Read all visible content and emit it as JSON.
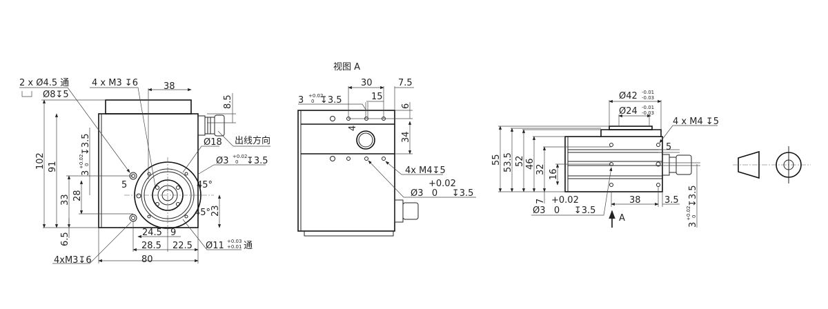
{
  "front_view": {
    "callout_through_hole": "2 x  Ø4.5 通",
    "callout_counterbore": "Ø8↧5",
    "callout_m3_top": "4 x M3 ↧6",
    "dim_38": "38",
    "dim_8_5": "8.5",
    "cable_direction": "出线方向",
    "dia_18": "Ø18",
    "pin_hole": {
      "main": "Ø3",
      "tol_upper": "+0.02",
      "tol_lower": "0",
      "depth": "↧3.5"
    },
    "angle_upper": "45°",
    "angle_lower": "45°",
    "dim_102": "102",
    "dim_91": "91",
    "pin_hole_vertical": {
      "main": "3",
      "tol_upper": "+0.02",
      "tol_lower": "0",
      "depth": "↧3.5"
    },
    "dim_5": "5",
    "dim_33": "33",
    "dim_28": "28",
    "dim_23": "23",
    "dim_6_5": "6.5",
    "dim_24_5": "24.5",
    "dim_9": "9",
    "dim_28_5": "28.5",
    "dim_22_5": "22.5",
    "bore": {
      "main": "Ø11",
      "tol_upper": "+0.03",
      "tol_lower": "+0.01",
      "suffix": "通"
    },
    "callout_m3_bottom": "4xM3↧6",
    "dim_80": "80"
  },
  "view_a": {
    "title": "视图 A",
    "dim_30": "30",
    "dim_7_5": "7.5",
    "pin_hole": {
      "main": "3",
      "tol_upper": "+0.02",
      "tol_lower": "0",
      "depth": "↧3.5"
    },
    "dim_15": "15",
    "dim_6": "6",
    "dim_4": "4",
    "dim_34": "34",
    "callout_m4": "4x M4↧5",
    "pin_tol_upper": "+0.02",
    "pin_hole_bottom": "Ø3   0     ↧3.5"
  },
  "side_view": {
    "dia_42": {
      "main": "Ø42",
      "tol_upper": "-0.01",
      "tol_lower": "-0.03"
    },
    "dia_24": {
      "main": "Ø24",
      "tol_upper": "-0.01",
      "tol_lower": "-0.03"
    },
    "callout_m4": "4 x M4 ↧5",
    "dim_5": "5",
    "dim_55": "55",
    "dim_53_5": "53.5",
    "dim_52": "52",
    "dim_46": "46",
    "dim_32": "32",
    "dim_16": "16",
    "dim_7": "7",
    "pin_tol_upper": "+0.02",
    "pin_hole": "Ø3   0     ↧3.5",
    "dim_38": "38",
    "dim_3_5": "3.5",
    "pin_hole_vertical": {
      "main": "3",
      "tol_upper": "+0.02",
      "tol_lower": "0",
      "depth": "↧3.5"
    },
    "view_marker": "A"
  }
}
